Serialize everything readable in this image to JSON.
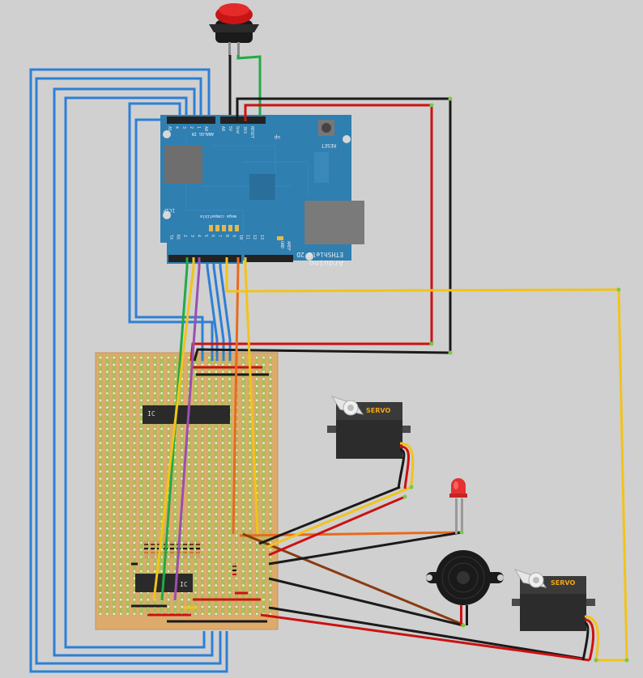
{
  "canvas": {
    "background": "#d0d0d0"
  },
  "colors": {
    "wire_blue": "#2d7fd6",
    "wire_red": "#cc1111",
    "wire_black": "#1a1a1a",
    "wire_green": "#22aa44",
    "wire_yellow": "#f2c31a",
    "wire_orange": "#e86a1e",
    "wire_purple": "#9b4fb0",
    "wire_brown": "#8a3b12",
    "shield_blue": "#2f7fb0",
    "stripboard": "#dcab6b",
    "strip": "#9cc25a"
  },
  "arduino": {
    "brand": "Arduino",
    "model": "ETHShield 2D",
    "reset_label": "RESET",
    "icsp_label": "ICSP",
    "analog_label": "ANALOG IN",
    "mega_label": "mega compatible",
    "aref_label": "AREF",
    "gnd_label": "GND",
    "power_pins": [
      "A0",
      "5V",
      "Gnd",
      "3V3",
      "RESET"
    ],
    "analog_pins": [
      "A5",
      "4",
      "3",
      "2",
      "1",
      "A0"
    ],
    "digital_pins": [
      "TX",
      "RX",
      "2",
      "3",
      "4",
      "5",
      "6",
      "7",
      "8",
      "9",
      "10",
      "11",
      "12",
      "13"
    ],
    "up_label": "up"
  },
  "stripboard": {
    "ic_top_label": "IC",
    "ic_bottom_label": "IC"
  },
  "servos": [
    {
      "label": "SERVO"
    },
    {
      "label": "SERVO"
    }
  ],
  "components": {
    "button": "push-button",
    "led": "red-led",
    "buzzer": "piezo-buzzer"
  }
}
